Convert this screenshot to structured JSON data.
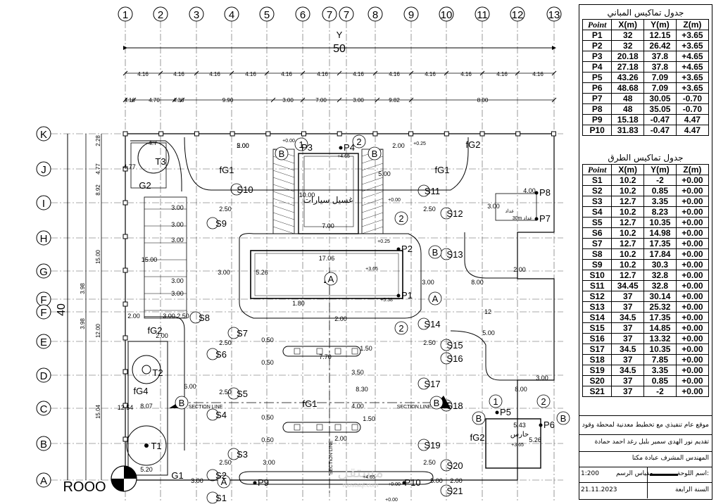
{
  "plan": {
    "grid_columns": [
      "1",
      "2",
      "3",
      "4",
      "5",
      "6",
      "7",
      "7",
      "8",
      "9",
      "10",
      "11",
      "12",
      "13"
    ],
    "grid_rows": [
      "K",
      "J",
      "I",
      "H",
      "G",
      "F",
      "F",
      "E",
      "D",
      "C",
      "B",
      "A"
    ],
    "dimensions": {
      "total_width": "50",
      "total_height": "40",
      "top_spacing": [
        "4.16",
        "4.16",
        "4.16",
        "4.16",
        "4.16",
        "4.16",
        "4.16",
        "4.16",
        "4.16",
        "4.16",
        "4.16",
        "4.16"
      ],
      "second_spacing": [
        "4.16",
        "4.70",
        "4.36",
        "9.90",
        "3.00",
        "7.00",
        "3.00",
        "9.82",
        "8.00"
      ],
      "left_outer": [
        "3.98",
        "3.98"
      ],
      "left_inner": [
        "2.28",
        "4.77",
        "8.92",
        "15.00",
        "12.00",
        "15.04"
      ],
      "misc": [
        "2.00",
        "2.00",
        "2.00",
        "5.00",
        "10.00",
        "7.00",
        "17.06",
        "5.26",
        "1.80",
        "3.00",
        "3.00",
        "8.00",
        "12",
        "5.00",
        "2.00",
        "3.00",
        "8.00",
        "6.00",
        "2.00",
        "2.00",
        "3.00",
        "5.00",
        "2.00",
        "2.50",
        "2.50",
        "2.50",
        "2.50",
        "2.50",
        "2.50",
        "2.50",
        "2.50",
        "15.00",
        "8.30",
        "3.50",
        "4.00",
        "1.50",
        "1.50",
        "0.50",
        "0.50",
        "0.50",
        "0.50",
        "7.70",
        "5.43",
        "5.26",
        "4.00",
        "3.00",
        "4.7",
        "4.77",
        "5.20",
        "8.07",
        "12.54",
        "2.00",
        "3.00",
        "3.00",
        "3.00",
        "3.00",
        "3.00",
        "3.00",
        "3.00",
        "5.00"
      ]
    },
    "labels": {
      "y_axis": "Y",
      "north": "ROOO",
      "parking": "غسيل سيارات",
      "guard": "حارس",
      "meter": "عداد",
      "meter2": "30m عداد",
      "section_line_1": "SECTION LINE",
      "section_line_2": "SECTION LINE",
      "section_line_3": "SECTION LINE",
      "watermark": "مستقل",
      "watermark_url": "mostaql.com"
    },
    "zones": [
      "fG1",
      "fG1",
      "fG1",
      "fG2",
      "fG2",
      "fG2",
      "fG4",
      "T1",
      "T2",
      "T3",
      "G1",
      "G2"
    ],
    "building_points": [
      "P1",
      "P2",
      "P3",
      "P4",
      "P5",
      "P6",
      "P7",
      "P8",
      "P9",
      "P10"
    ],
    "road_points": [
      "S1",
      "S2",
      "S3",
      "S4",
      "S5",
      "S6",
      "S7",
      "S8",
      "S9",
      "S10",
      "S11",
      "S12",
      "S13",
      "S14",
      "S15",
      "S16",
      "S17",
      "S18",
      "S19",
      "S20",
      "S21"
    ],
    "markers": [
      "A",
      "A",
      "A",
      "B",
      "B",
      "B",
      "B",
      "B",
      "B",
      "B",
      "1",
      "2",
      "2",
      "2",
      "1",
      "2"
    ],
    "levels": [
      "+4.65",
      "+0.00",
      "+0.25",
      "+0.25",
      "+3.65",
      "+5.38",
      "+3.65",
      "+4.65",
      "+0.00",
      "+0.00",
      "+0.00"
    ]
  },
  "buildings_table": {
    "title": "جدول تماكيس المباني",
    "headers": [
      "Point",
      "X(m)",
      "Y(m)",
      "Z(m)"
    ],
    "rows": [
      [
        "P1",
        "32",
        "12.15",
        "+3.65"
      ],
      [
        "P2",
        "32",
        "26.42",
        "+3.65"
      ],
      [
        "P3",
        "20.18",
        "37.8",
        "+4.65"
      ],
      [
        "P4",
        "27.18",
        "37.8",
        "+4.65"
      ],
      [
        "P5",
        "43.26",
        "7.09",
        "+3.65"
      ],
      [
        "P6",
        "48.68",
        "7.09",
        "+3.65"
      ],
      [
        "P7",
        "48",
        "30.05",
        "-0.70"
      ],
      [
        "P8",
        "48",
        "35.05",
        "-0.70"
      ],
      [
        "P9",
        "15.18",
        "-0.47",
        "4.47"
      ],
      [
        "P10",
        "31.83",
        "-0.47",
        "4.47"
      ]
    ]
  },
  "roads_table": {
    "title": "جدول تماكيس الطرق",
    "headers": [
      "Point",
      "X(m)",
      "Y(m)",
      "Z(m)"
    ],
    "rows": [
      [
        "S1",
        "10.2",
        "-2",
        "+0.00"
      ],
      [
        "S2",
        "10.2",
        "0.85",
        "+0.00"
      ],
      [
        "S3",
        "12.7",
        "3.35",
        "+0.00"
      ],
      [
        "S4",
        "10.2",
        "8.23",
        "+0.00"
      ],
      [
        "S5",
        "12.7",
        "10.35",
        "+0.00"
      ],
      [
        "S6",
        "10.2",
        "14.98",
        "+0.00"
      ],
      [
        "S7",
        "12.7",
        "17.35",
        "+0.00"
      ],
      [
        "S8",
        "10.2",
        "17.84",
        "+0.00"
      ],
      [
        "S9",
        "10.2",
        "30.3",
        "+0.00"
      ],
      [
        "S10",
        "12.7",
        "32.8",
        "+0.00"
      ],
      [
        "S11",
        "34.45",
        "32.8",
        "+0.00"
      ],
      [
        "S12",
        "37",
        "30.14",
        "+0.00"
      ],
      [
        "S13",
        "37",
        "25.32",
        "+0.00"
      ],
      [
        "S14",
        "34.5",
        "17.35",
        "+0.00"
      ],
      [
        "S15",
        "37",
        "14.85",
        "+0.00"
      ],
      [
        "S16",
        "37",
        "13.32",
        "+0.00"
      ],
      [
        "S17",
        "34.5",
        "10.35",
        "+0.00"
      ],
      [
        "S18",
        "37",
        "7.85",
        "+0.00"
      ],
      [
        "S19",
        "34.5",
        "3.35",
        "+0.00"
      ],
      [
        "S20",
        "37",
        "0.85",
        "+0.00"
      ],
      [
        "S21",
        "37",
        "-2",
        "+0.00"
      ]
    ]
  },
  "title_block": {
    "project": "موقع عام تنفيذي مع تخطيط معدنية لمحطة وقود",
    "by": "تقديم نور الهدى سمير بلبل رغد احمد حمادة",
    "supervisor": "المهندس المشرف عبادة مكتا",
    "scale_label": "مقياس الرسم",
    "scale": "1:200",
    "sheet_label": "اسم اللوحة:",
    "date": "21.11.2023",
    "year": "السنة الرابعة"
  }
}
